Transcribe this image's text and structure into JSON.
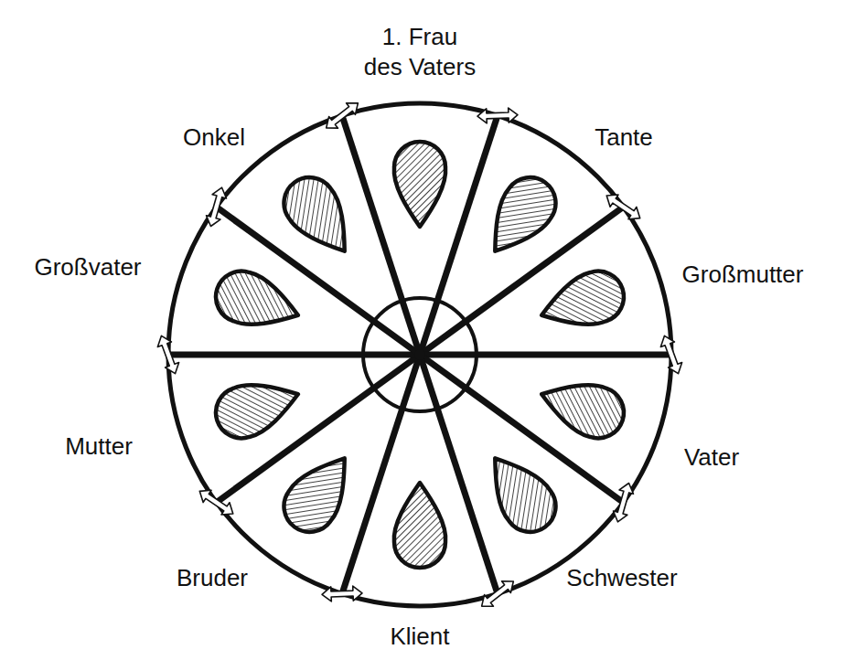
{
  "diagram": {
    "labels": [
      "1. Frau des Vaters",
      "Tante",
      "Großmutter",
      "Vater",
      "Schwester",
      "Klient",
      "Bruder",
      "Mutter",
      "Großvater",
      "Onkel"
    ]
  }
}
